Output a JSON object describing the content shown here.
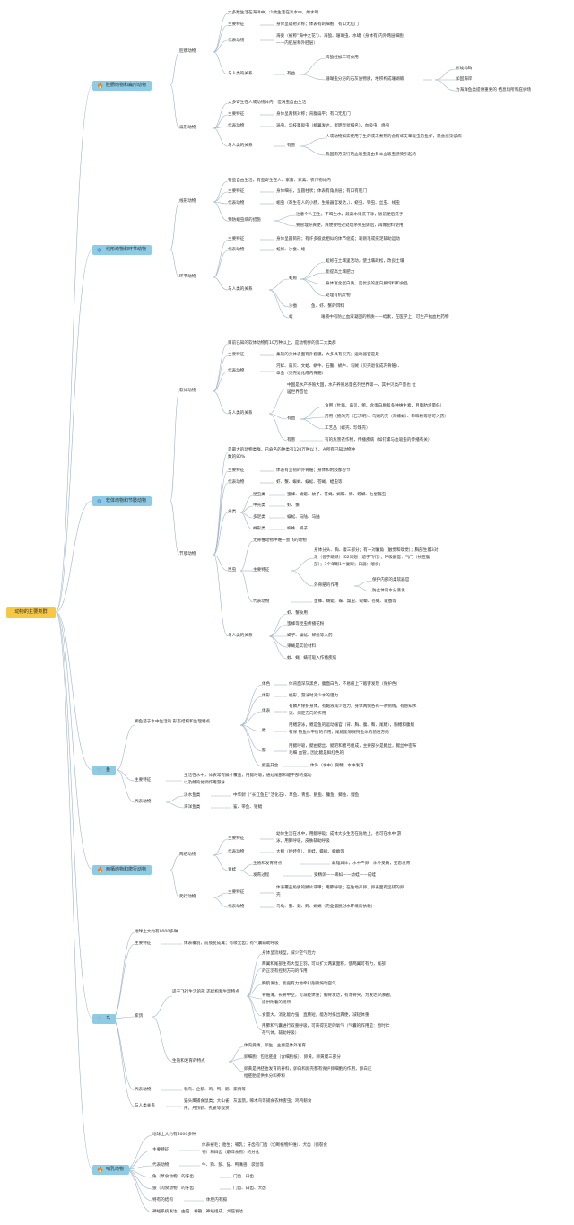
{
  "root": "动物的主要类群",
  "colors": {
    "line": "#9fb4c8",
    "branch_bg": "#8ecbe4",
    "root_bg": "#f6c844",
    "icon": "#e46a5a"
  },
  "branches": [
    {
      "label": "腔肠动物和扁形动物",
      "icon": "fire-icon",
      "glyph": "🔥"
    },
    {
      "label": "线形动物和环节动物",
      "icon": "globe-icon",
      "glyph": "◍"
    },
    {
      "label": "软体动物和节肢动物",
      "icon": "globe-icon",
      "glyph": "◍"
    },
    {
      "label": "鱼",
      "icon": "heart-icon",
      "glyph": "♡"
    },
    {
      "label": "两栖动物和爬行动物",
      "icon": "fire-icon",
      "glyph": "🔥"
    },
    {
      "label": "鸟",
      "icon": "heart-icon",
      "glyph": "♡"
    },
    {
      "label": "哺乳动物",
      "icon": "fire-icon",
      "glyph": "🔥"
    }
  ],
  "b1": {
    "qc": {
      "name": "腔肠动物",
      "env": "大多数生活在海洋中，少数生活在淡水中，如水螅",
      "feat_k": "主要特征",
      "feat_v": "身体呈辐射对称；体表有刺细胞；有口无肛门",
      "rep_k": "代表动物",
      "rep_v1": "海葵（被称“海中之花”）、海蜇、珊瑚虫、水螅（身体有 内外两层细胞",
      "rep_v2": "——内胚层和外胚层）",
      "rel_k": "与人类的关系",
      "rel_sub": "有益",
      "rel_a": "海蜇经加工可食用",
      "rel_b": "珊瑚虫分泌的石灰质物质，堆积构成珊瑚礁",
      "reef": [
        "形成岛屿",
        "加固海岸",
        "为海洋鱼类提供重要的 栖息场所和庇护场"
      ]
    },
    "bx": {
      "name": "扁形动物",
      "env": "大多寄生在人或动物体内，但涡虫自由生活",
      "feat_k": "主要特征",
      "feat_v": "身体呈两侧对称；背腹扁平；有口无肛门",
      "rep_k": "代表动物",
      "rep_v": "涡虫、华枝睾吸虫（桃翼发达，蛋明显状排名），血吸虫、绦虫",
      "rel_k": "与人类的关系",
      "rel_sub": "有害",
      "harm1": "人或动物如实使用了生的或未煮熟的含有华支睾吸虫的鱼虾，就会感染该病",
      "harm2": "我国南方流行的血吸虫是由日本血吸虫感染引起的"
    },
    "xx": {
      "name": "线形动物",
      "env": "有些自由生活，有些寄生在人、家畜、家禽、农作物体内",
      "feat_k": "主要特征",
      "feat_v": "身体细长，呈圆柱状；体表有角质层；有口有肛门",
      "rep_k": "代表动物",
      "rep_v": "蛔虫（寄生在人的小肠，生殖器官发达，）、蛲虫、钩虫、丝虫、线虫",
      "prev_k": "预防蛔虫病的措施",
      "prev_v1": "注意个人卫生，不喝生水，蔬菜水果洗干净，饭前便后洗手",
      "prev_v2": "要管理好粪便，粪便要经过处理杀死虫卵后，再做肥料使用"
    },
    "hj": {
      "name": "环节动物",
      "feat_k": "主要特征",
      "feat_v": "身体呈圆筒形；有许多彼此相似的体节组成；靠刚毛或疣足辅助运动",
      "rep_k": "代表动物",
      "rep_v": "蚯蚓、沙蚕、蛭",
      "rel_k": "与人类的关系",
      "qy": "蚯蚓",
      "qy_items": [
        "蚯蚓在土壤里活动，使土壤疏松，改良土壤",
        "能提高土壤肥力",
        "身体富含蛋白质，是优良的蛋白质饲料和食品",
        "处理有机废物"
      ],
      "sc": "沙蚕",
      "sc_v": "鱼、虾、蟹的饵料",
      "zhi": "蛭",
      "zhi_v": "唾液中有防止血液凝固的物质——蛭素，在医学上，可生产抗血栓药物"
    },
    "rt": {
      "name": "软体动物",
      "env": "目前已知的软体动物有10万种以上，是动物界的第二大类群",
      "feat_k": "主要特征",
      "feat_v": "柔软的身体表面有外套膜，大多具有贝壳；运动器官是足",
      "rep_k": "代表动物",
      "rep_v1": "河蚌、扇贝、文蛤、蜗牛、石鳖、蜗牛、乌贼（贝壳退化成内骨骼）、",
      "rep_v2": "章鱼（贝壳退化成内骨骼）",
      "rel_k": "与人类的关系",
      "rel_top1": "中国是水产养殖大国，水产养殖总量名列世界第一，其中贝类产量也 位",
      "rel_top2": "居世界首位",
      "yy": "有益",
      "yy_items": [
        "食用（牡蛎、扇贝、鲍、含蛋白质和多种维生素，且脂肪含量低）",
        "药用（鲍的壳（石决明）、乌贼的壳（海螵蛸）、珍珠粉等皆可入药）",
        "工艺品（螺壳、珍珠壳）"
      ],
      "yh": "有害",
      "yh_v": "有的危害农作物，传播疾病（如钉螺与血吸虫的传播有关）"
    },
    "jz": {
      "name": "节肢动物",
      "env1": "是最大的动物类群，已命名的种类有120万种以上，占所有已知动物种",
      "env2": "数的80%",
      "feat_k": "主要特征",
      "feat_v": "体表有坚韧的外骨骼；身体和附肢都分节",
      "rep_k": "代表动物",
      "rep_v": "虾、蟹、蜘蛛、蜈蚣、苍蝇、蝗虫等",
      "cls_k": "分类",
      "cls": [
        {
          "k": "昆虫类",
          "v": "蜜蜂、蜻蜓、蚊子、苍蝇、蝴蝶、蝉、螳螂、七星瓢虫"
        },
        {
          "k": "甲壳类",
          "v": "虾、蟹"
        },
        {
          "k": "多足类",
          "v": "蜈蚣、马陆、马陆"
        },
        {
          "k": "蛛形类",
          "v": "蜘蛛、蝎子"
        }
      ],
      "kc": "昆虫",
      "kc_env": "无脊椎动物中唯一会飞的动物",
      "kc_feat_k": "主要特征",
      "kc_f1": "身体分头、胸、腹三部分；有一对触角（触觉和嗅觉）；胸部生着3对",
      "kc_f2": "足（善于跳跃）和2对翅（适于飞行）；呼吸器官：气门（长在腹",
      "kc_f3": "部）；3个单眼1个复眼；口器：溜食；",
      "kc_wgg": "外骨骼的作用",
      "kc_w1": "保护内部的柔软器官",
      "kc_w2": "防止体内水分蒸发",
      "kc_rep_k": "代表动物",
      "kc_rep_v": "蜜蜂、蜻蜓、蝶、瓢虫、螳螂、苍蝇、家蚕等",
      "rel_k": "与人类的关系",
      "rel_items": [
        "虾、蟹食用",
        "蜜蜂等昆虫传播花粉",
        "蝎子、蜈蚣、蝉蜕等入药",
        "果蝇是实验材料",
        "蚊、蝇、螨可吸入作播疾病"
      ]
    },
    "fish": {
      "adapt": "鲫鱼适于水中生活的 形态结构和生理特点",
      "parts": [
        {
          "k": "体色",
          "v": "体背面深灰黑色，腹面白色，不易被上下敌害发现（保护色）"
        },
        {
          "k": "体形",
          "v": "梭形，游泳时减少水的阻力"
        },
        {
          "k": "体表",
          "v1": "有鳞片保护身体，有黏液减少阻力，身体两侧各有一条侧线，有感知水",
          "v2": "流、测定方向的作用"
        },
        {
          "k": "鳍",
          "v1": "用鳍游泳，鳍是鱼的运动器官（背、胸、腹、臀、尾鳍），胸鳍和腹鳍",
          "v2": "有保 持鱼体平衡的作用，尾鳍能够保持鱼体的前进方向"
        },
        {
          "k": "鳃",
          "v1": "用鳃呼吸，鳃由鳃丝、鳃耙和鳃弓组成，主要部分是鳃丝，鳃丝中密布",
          "v2": "毛细 血管，因此鳃是鲜红色的"
        },
        {
          "k": "鳃盖开合",
          "v": "体外（水中）受精，水中发育"
        }
      ],
      "feat_k": "主要特征",
      "feat_v1": "生活在水中，体表常有鳞片覆盖，用鳃呼吸，通过尾部和躯干部的摆动",
      "feat_v2": "以及鳍的协调作用游泳",
      "rep_k": "代表动物",
      "fresh_k": "淡水鱼类",
      "fresh_v": "中华鲟（“长江鱼王”活化石）、草鱼、青鱼、鲢鱼、鳙鱼、鲫鱼、鲤鱼",
      "sea_k": "海洋鱼类",
      "sea_v": "鲨、带鱼、银鲳"
    },
    "lq": {
      "name": "两栖动物",
      "feat_k": "主要特征",
      "feat_v1": "幼体生活在水中，用鳃呼吸；成体大多生活在陆地上，也可在水中 游",
      "feat_v2": "泳，用肺呼吸，皮肤辅助呼吸",
      "rep_k": "代表动物",
      "rep_v": "大鲵（娃娃鱼）、青蛙、蟾蜍、蝾螈等",
      "qw": "青蛙",
      "repro_k": "生殖和发育特点",
      "repro_v": "雌雄异体，水中产卵，体外受精，变态发育",
      "dev_k": "发育过程",
      "dev_v": "受精卵——蝌蚪——幼蛙——成蛙"
    },
    "px": {
      "name": "爬行动物",
      "feat_k": "主要特征",
      "feat_v1": "体表覆盖角质的鳞片或甲；用肺呼吸；在陆地产卵，卵表面有坚韧的卵",
      "feat_v2": "壳",
      "rep_k": "代表动物",
      "rep_v": "乌龟、鳖、蛇、鳄、蜥蜴（完全摆脱对水环境的依赖）"
    },
    "bird": {
      "env": "地球上大约有9000多种",
      "feat_k": "主要特征",
      "feat_v": "体表覆羽，前肢变成翼；有喙无齿；有气囊辅助呼吸",
      "jg": "家鸽",
      "adapt": "适于飞行生活的形 态结构和生理特点",
      "adapt_items": [
        {
          "v1": "身体呈流线型，减少空气阻力"
        },
        {
          "v1": "两翼和尾部生有大型正羽，可以扩大两翼面积，使两翼可有力，尾部",
          "v2": "的正羽有控制方向的作用"
        },
        {
          "v1": "胸肌发达，能强有力地牵引翅膀煽动空气"
        },
        {
          "v1": "骨骼薄，长骨中空，可减轻体重；胸骨发达，有龙骨突，为发达 的胸肌",
          "v2": "提供附着的场所"
        },
        {
          "v1": "食量大，消化能力强；直肠短，能及时排出粪便，减轻体重"
        },
        {
          "v1": "用肺和气囊进行双重呼吸，可获得充足的氧气（气囊的作用是：暂时贮",
          "v2": "存气体，辅助呼吸）"
        }
      ],
      "repro_k": "生殖和发育的特点",
      "repro_items": [
        {
          "v1": "体内受精，卵生，主要是体外发育"
        },
        {
          "v1": "卵细胞：包括胚盘（含细胞核）、卵黄，卵黄膜三部分"
        },
        {
          "v1": "卵黄是供胚胎发育的养料，卵白和卵壳都有保护卵细胞的作用，卵白还",
          "v2": "给胚胎提供水分和养料"
        }
      ],
      "rep_k": "代表动物",
      "rep_v": "鸵鸟、企鹅、鸡、鸭、鹅、家鸽等",
      "rel_k": "与人类关系",
      "rel_v1": "猫头鹰捕食鼠类；大山雀、灰喜鹊，啄木鸟等捕食农林害虫；鸡鸭鹅食",
      "rel_v2": "用；丹顶鹤、孔雀等观赏"
    },
    "mammal": {
      "env": "地球上大约有4000多种",
      "feat_k": "主要特征",
      "feat_v1": "体表被毛；胎生；哺乳；牙齿有门齿（切断植物纤维）、犬齿（撕裂食",
      "feat_v2": "物）和臼齿（磨碎食物）的分化",
      "rep_k": "代表动物",
      "rep_v": "牛、狗、狼、猫、鸭嘴兽、袋鼠等",
      "tu_k": "兔（草食动物）的牙齿",
      "tu_v": "门齿、臼齿",
      "lang_k": "狼（肉食动物）的牙齿",
      "lang_v": "门齿、臼齿、犬齿",
      "struct_k": "特有的结构",
      "struct_v": "体腔内有膈",
      "nerve": "神经系统发达，由脑、脊髓、神经组成，大脑发达"
    }
  }
}
